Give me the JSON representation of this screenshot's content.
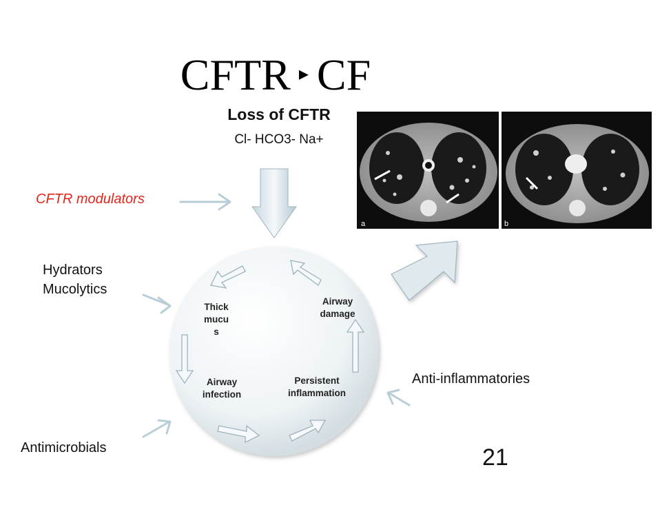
{
  "title": {
    "left": "CFTR",
    "arrow": "▸",
    "right": "CF"
  },
  "cause": {
    "heading": "Loss of CFTR",
    "ions": "Cl- HCO3- Na+"
  },
  "therapies": {
    "modulators": "CFTR modulators",
    "hydrators_line1": "Hydrators",
    "hydrators_line2": "Mucolytics",
    "antimicrobials": "Antimicrobials",
    "anti_inflammatories": "Anti-inflammatories"
  },
  "cycle": {
    "thick_mucus": [
      "Thick",
      "mucu",
      "s"
    ],
    "airway_damage": [
      "Airway",
      "damage"
    ],
    "airway_infection": [
      "Airway",
      "infection"
    ],
    "persistent_inflammation": [
      "Persistent",
      "inflammation"
    ]
  },
  "ct_panels": {
    "a": "a",
    "b": "b"
  },
  "colors": {
    "accent_red": "#e3241b",
    "arrow_fill": "#dfe9ee",
    "arrow_stroke": "#8aa4b0"
  },
  "page_number": "21"
}
